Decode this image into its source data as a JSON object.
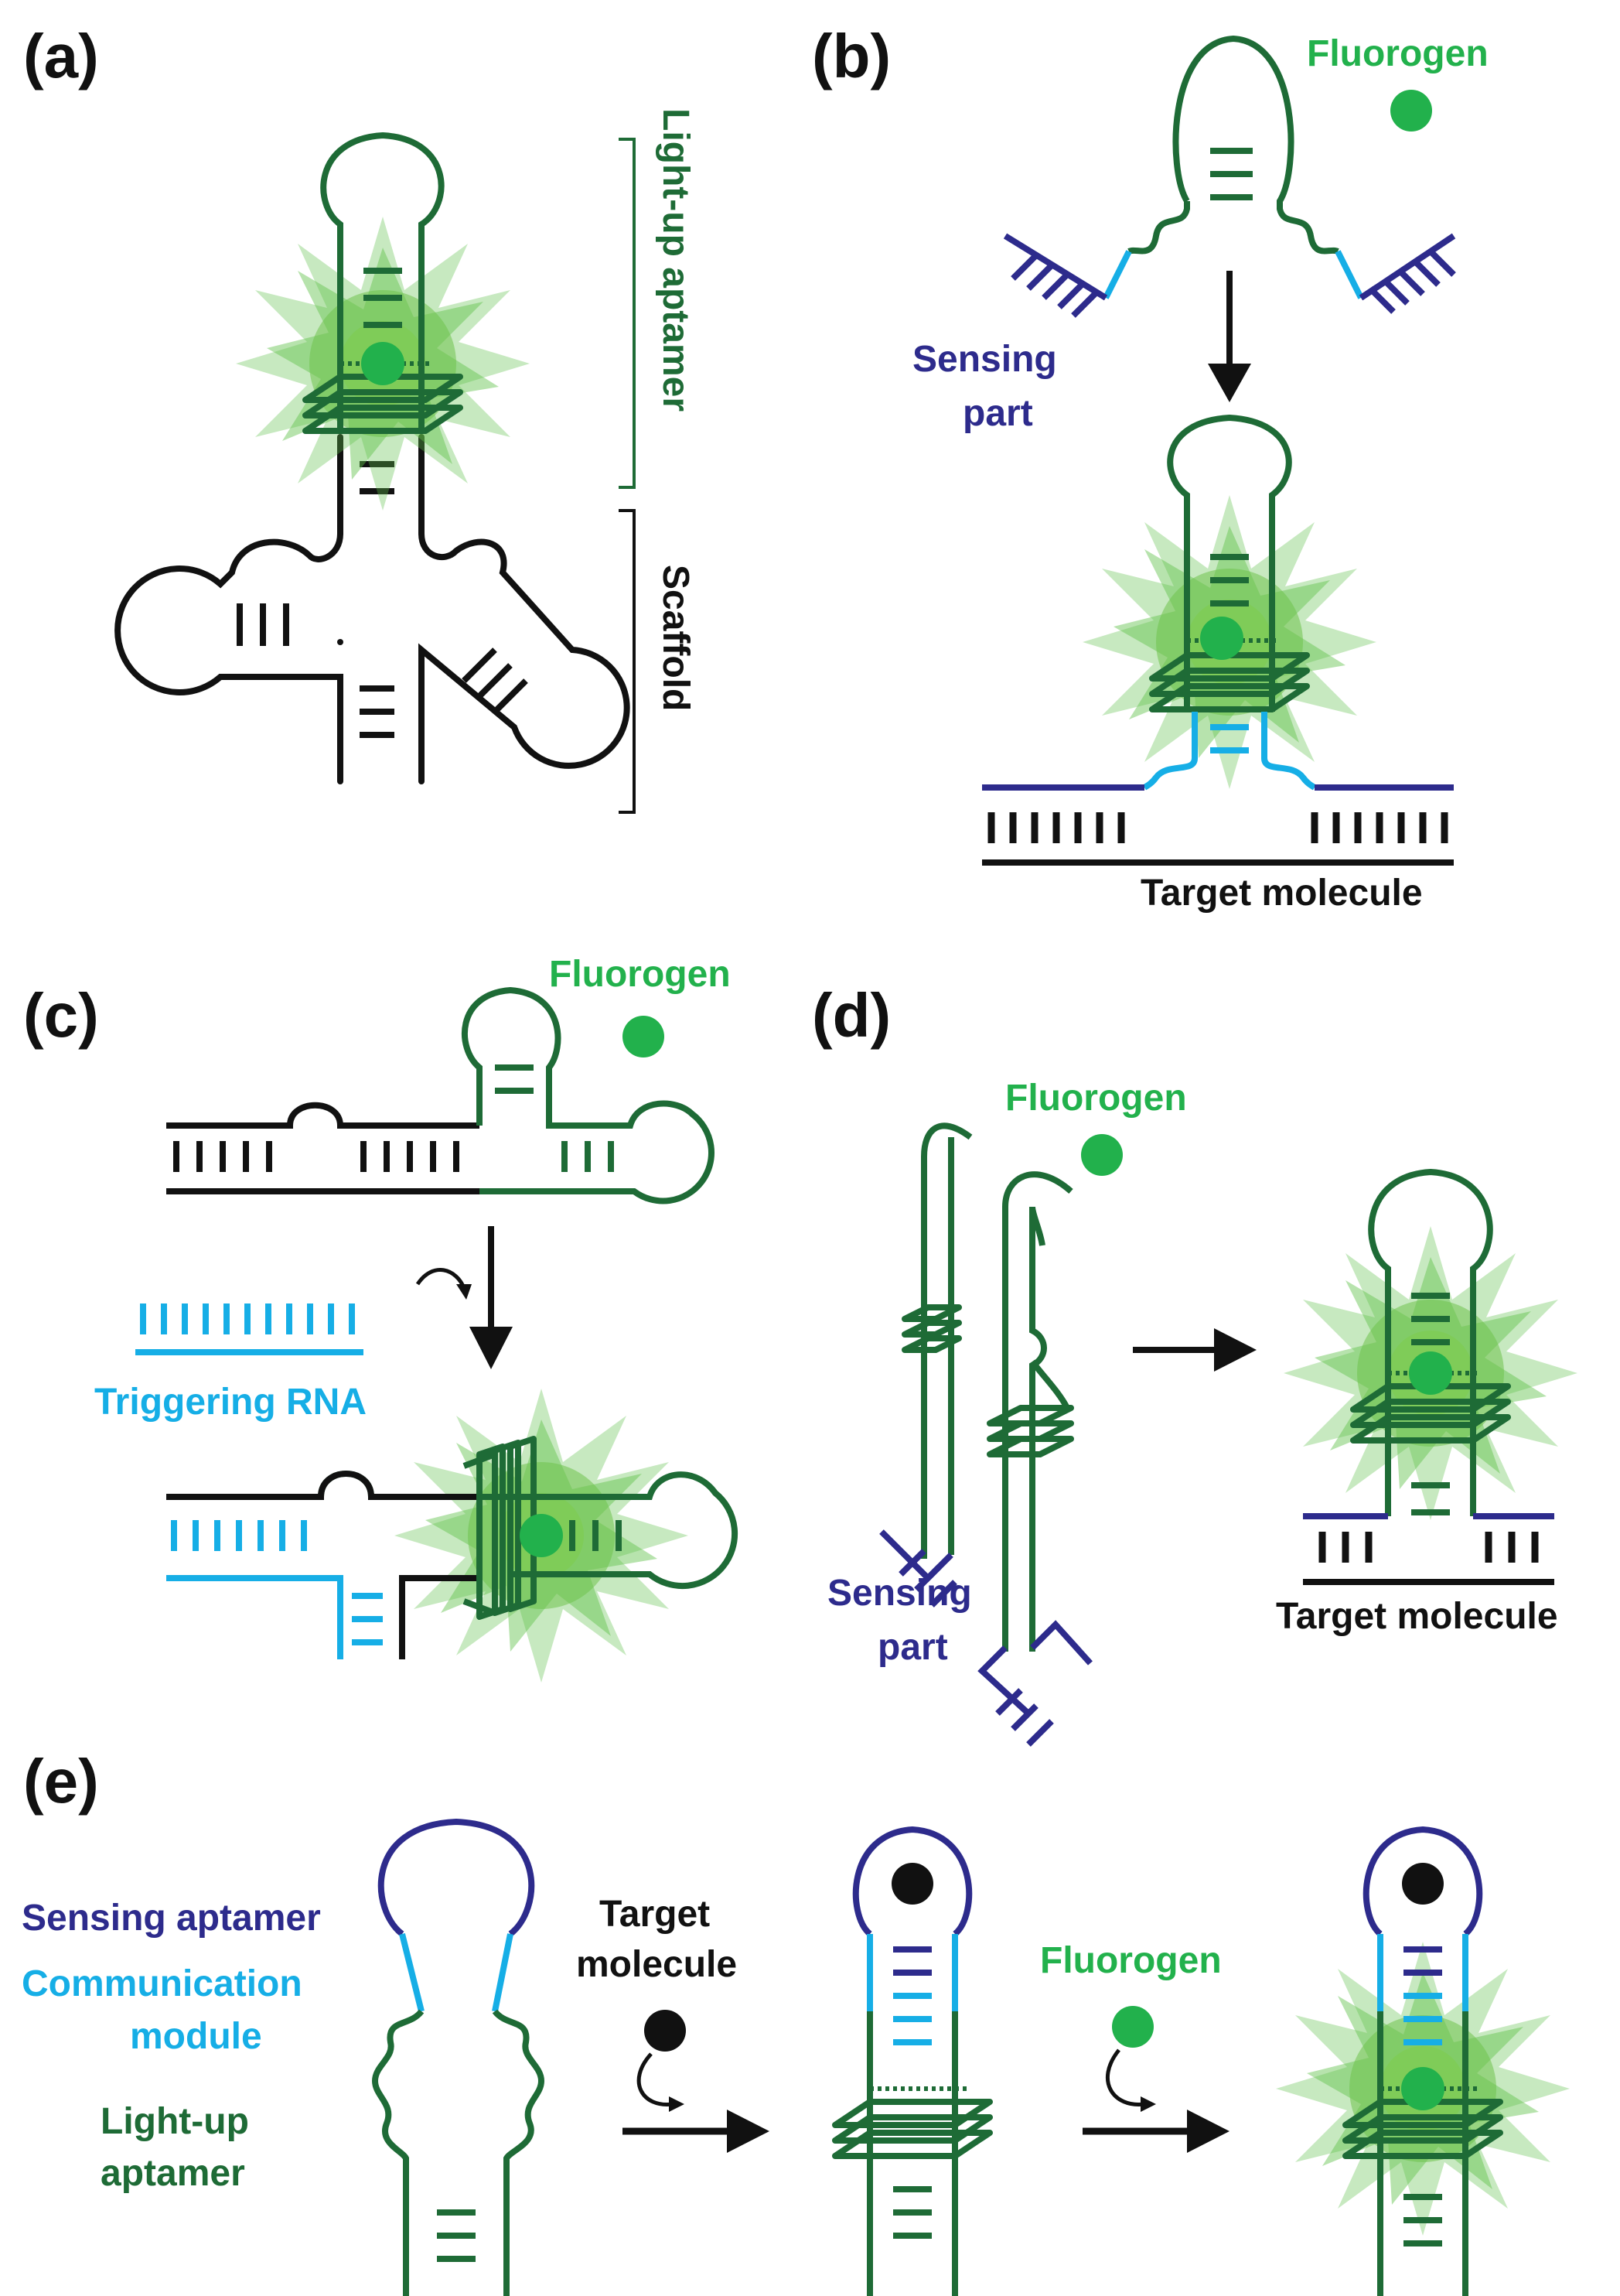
{
  "colors": {
    "dark_green": "#1e6b36",
    "bright_green": "#22b14c",
    "glow_green": "#5fc14a",
    "navy": "#2d2b8c",
    "cyan": "#16aee6",
    "black": "#111111"
  },
  "panels": {
    "a": {
      "letter": "(a)",
      "light_up_aptamer": "Light-up aptamer",
      "scaffold": "Scaffold"
    },
    "b": {
      "letter": "(b)",
      "fluorogen": "Fluorogen",
      "sensing_line1": "Sensing",
      "sensing_line2": "part",
      "target": "Target molecule"
    },
    "c": {
      "letter": "(c)",
      "fluorogen": "Fluorogen",
      "triggering_rna": "Triggering RNA"
    },
    "d": {
      "letter": "(d)",
      "fluorogen": "Fluorogen",
      "sensing_line1": "Sensing",
      "sensing_line2": "part",
      "target": "Target molecule"
    },
    "e": {
      "letter": "(e)",
      "sensing_aptamer": "Sensing aptamer",
      "communication_line1": "Communication",
      "communication_line2": "module",
      "lightup_line1": "Light-up",
      "lightup_line2": "aptamer",
      "target_line1": "Target",
      "target_line2": "molecule",
      "fluorogen": "Fluorogen"
    }
  }
}
